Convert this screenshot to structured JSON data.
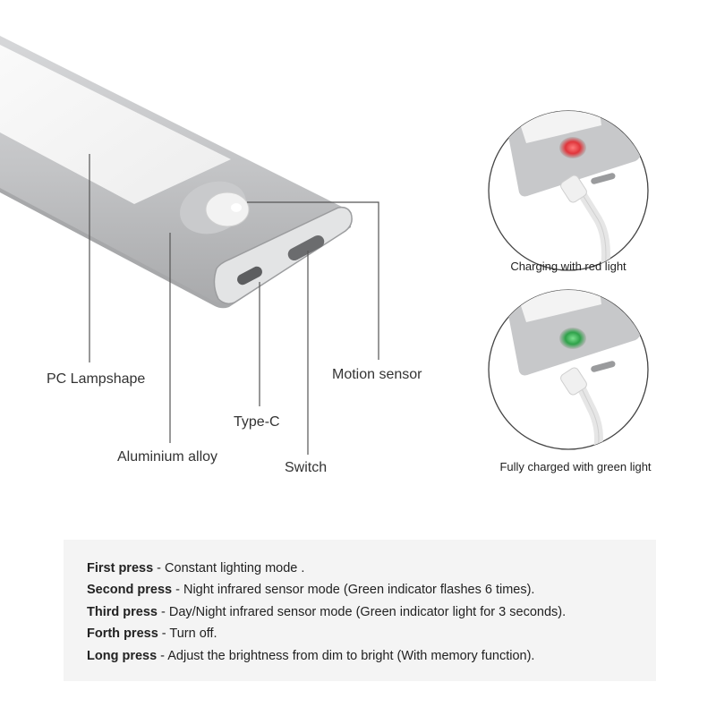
{
  "labels": {
    "pc_lampshape": "PC Lampshape",
    "aluminium_alloy": "Aluminium alloy",
    "type_c": "Type-C",
    "switch": "Switch",
    "motion_sensor": "Motion sensor"
  },
  "insets": {
    "charging_caption": "Charging with red light",
    "charged_caption": "Fully charged with green light",
    "red_indicator_color": "#e0363c",
    "green_indicator_color": "#2fa24a"
  },
  "instructions": [
    {
      "action": "First press",
      "separator": " - ",
      "description": "Constant lighting mode ."
    },
    {
      "action": "Second press",
      "separator": " - ",
      "description": "Night infrared sensor mode (Green indicator flashes 6 times)."
    },
    {
      "action": "Third press",
      "separator": " - ",
      "description": "Day/Night infrared sensor mode (Green indicator light for 3 seconds)."
    },
    {
      "action": "Forth press",
      "separator": " - ",
      "description": "Turn off."
    },
    {
      "action": "Long press",
      "separator": " - ",
      "description": "Adjust the brightness from dim to bright (With memory function)."
    }
  ],
  "colors": {
    "aluminium": "#bfc0c2",
    "lampshade": "#f2f2f2",
    "panel_background": "#f4f4f4"
  }
}
